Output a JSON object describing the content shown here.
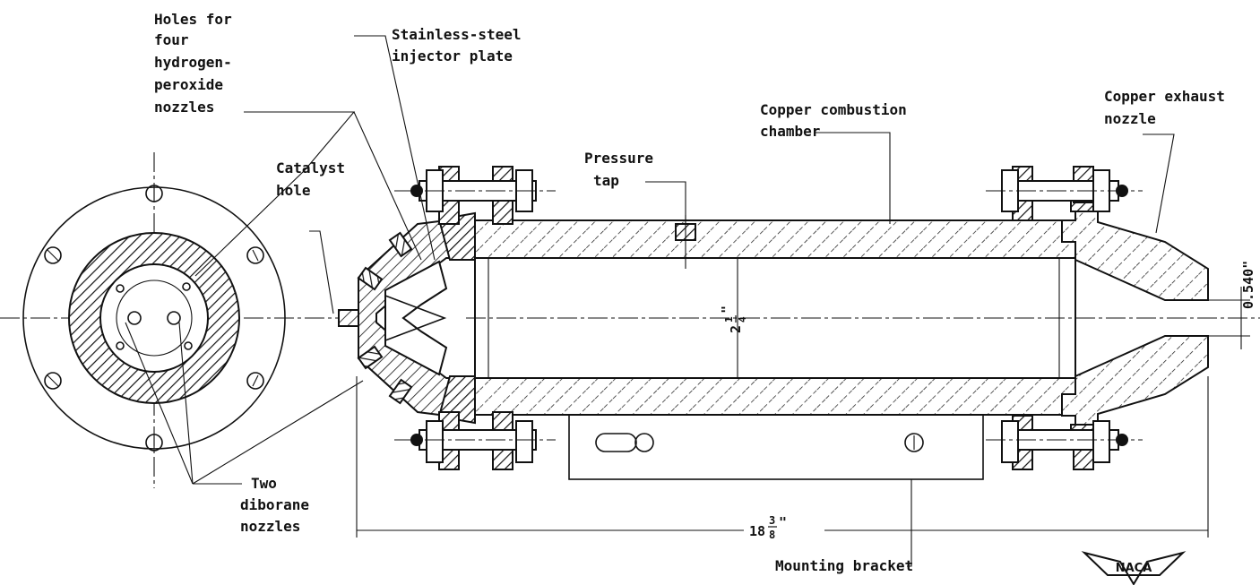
{
  "labels": {
    "holes_for": "Holes for",
    "four": "four",
    "hydrogen": "hydrogen-",
    "peroxide": "peroxide",
    "nozzles_h2o2": "nozzles",
    "stainless_1": "Stainless-steel",
    "stainless_2": "injector plate",
    "catalyst_1": "Catalyst",
    "catalyst_2": "hole",
    "two": "Two",
    "diborane": "diborane",
    "nozzles_b2h6": "nozzles",
    "pressure_1": "Pressure",
    "pressure_2": "tap",
    "copper_chamber_1": "Copper combustion",
    "copper_chamber_2": "chamber",
    "copper_nozzle_1": "Copper exhaust",
    "copper_nozzle_2": "nozzle",
    "mounting": "Mounting bracket"
  },
  "dimensions": {
    "diameter_whole": "2",
    "diameter_num": "1",
    "diameter_den": "4",
    "diameter_unit": "\"",
    "length_whole": "18",
    "length_num": "3",
    "length_den": "8",
    "length_unit": "\"",
    "throat": "0.540\""
  },
  "logo": "NACA"
}
